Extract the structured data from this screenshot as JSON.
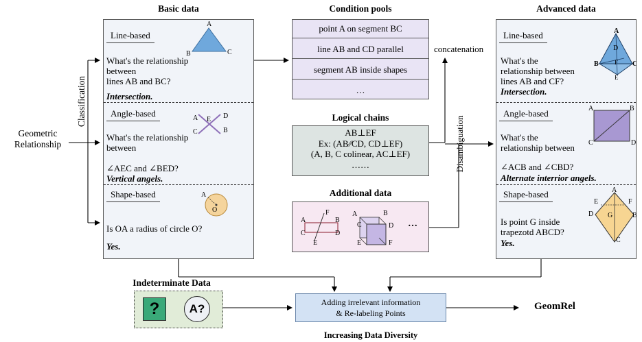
{
  "headers": {
    "basic": "Basic data",
    "pools": "Condition pools",
    "advanced": "Advanced data",
    "logical": "Logical chains",
    "additional": "Additional data",
    "indeterminate": "Indeterminate Data",
    "increasing": "Increasing Data Diversity"
  },
  "left": {
    "geometric": "Geometric",
    "relationship": "Relationship",
    "classification": "Classification"
  },
  "basic": {
    "line": {
      "label": "Line-based",
      "q1": "What's the relationship",
      "q2": "between",
      "q3": "lines AB and BC?",
      "ans": "Intersection."
    },
    "angle": {
      "label": "Angle-based",
      "q1": "What's the relationship",
      "q2": "between",
      "q3": "∠AEC and ∠BED?",
      "ans": "Vertical angels."
    },
    "shape": {
      "label": "Shape-based",
      "q1": "Is OA a radius of circle O?",
      "ans": "Yes."
    }
  },
  "pools": [
    "point A on segment BC",
    "line AB and CD parallel",
    "segment AB inside shapes",
    "…"
  ],
  "logical": [
    "AB⊥EF",
    "Ex: (AB∕∕CD, CD⊥EF)",
    "(A, B, C colinear, AC⊥EF)",
    "……"
  ],
  "concatenation": "concatenation",
  "disambiguation": "Disambiguation",
  "advanced": {
    "line": {
      "label": "Line-based",
      "q1": "What's the",
      "q2": "relationship between",
      "q3": "lines AB and CF?",
      "ans": "Intersection."
    },
    "angle": {
      "label": "Angle-based",
      "q1": "What's the",
      "q2": "relationship between",
      "q3": "∠ACB and ∠CBD?",
      "ans": "Alternate interrior angels."
    },
    "shape": {
      "label": "Shape-based",
      "q1": "Is point G inside",
      "q2": "trapezotd ABCD?",
      "ans": "Yes."
    }
  },
  "process": {
    "line1": "Adding irrelevant information",
    "line2": "& Re-labeling Points"
  },
  "output": "GeomRel",
  "icons": {
    "question_mark": "?",
    "a_question": "A?",
    "ellipsis": "…"
  },
  "points": {
    "tri": [
      "A",
      "B",
      "C"
    ],
    "x": [
      "A",
      "E",
      "D",
      "C",
      "B"
    ],
    "circle": [
      "A",
      "O"
    ],
    "tet": [
      "A",
      "D",
      "B",
      "F",
      "C",
      "E"
    ],
    "square": [
      "A",
      "B",
      "C",
      "D"
    ],
    "kite": [
      "A",
      "E",
      "F",
      "D",
      "G",
      "B",
      "C"
    ],
    "par": [
      "A",
      "F",
      "B",
      "C",
      "E",
      "D"
    ],
    "cube": [
      "A",
      "B",
      "C",
      "D",
      "E",
      "F"
    ]
  },
  "colors": {
    "basic_bg": "#f1f4f9",
    "pool_bg": "#e9e4f5",
    "logical_bg": "#dde4e2",
    "additional_bg": "#f7e8f2",
    "process_bg": "#d3e2f4",
    "triangle": "#6fa8dc",
    "x_lines": "#8e6fb8",
    "circle_fill": "#f5d49c",
    "square_fill": "#a898d2",
    "kite_fill": "#f7d592",
    "cube_front": "#c4b6e4",
    "question_green": "#3aa979"
  }
}
